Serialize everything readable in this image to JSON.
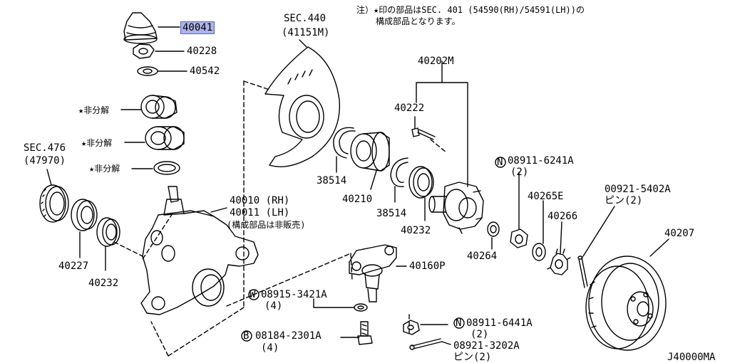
{
  "diagram_id": "J40000MA",
  "note": {
    "line1": "注）★印の部品はSEC. 401 (54590(RH)/54591(LH))の",
    "line2": "構成部品となります。"
  },
  "labels": {
    "p40041": "40041",
    "p40228": "40228",
    "p40542": "40542",
    "star1": "★非分解",
    "star2": "★非分解",
    "star3": "★非分解",
    "sec476a": "SEC.476",
    "sec476b": "(47970)",
    "sec440a": "SEC.440",
    "sec440b": "(41151M)",
    "p40202m": "40202M",
    "p40222": "40222",
    "p38514a": "38514",
    "p40210": "40210",
    "p38514b": "38514",
    "p40232b": "40232",
    "p40010": "40010 (RH)",
    "p40011": "40011 (LH)",
    "p40011note": "(構成部品は非販売)",
    "p40227": "40227",
    "p40232a": "40232",
    "p40160p": "40160P",
    "w08915": "08915-3421A",
    "w08915q": "(4)",
    "b08184": "08184-2301A",
    "b08184q": "(4)",
    "n08911a": "08911-6241A",
    "n08911aq": "(2)",
    "p40265e": "40265E",
    "p40266": "40266",
    "p40264": "40264",
    "p00921a": "00921-5402A",
    "p00921aq": "ピン(2)",
    "p40207": "40207",
    "n08911b": "08911-6441A",
    "n08911bq": "(2)",
    "p08921": "08921-3202A",
    "p08921q": "ピン(2)"
  },
  "circles": {
    "n1": "N",
    "w1": "W",
    "b1": "B",
    "n2": "N"
  },
  "colors": {
    "highlight": "#aeb4e8",
    "ink": "#000000"
  }
}
